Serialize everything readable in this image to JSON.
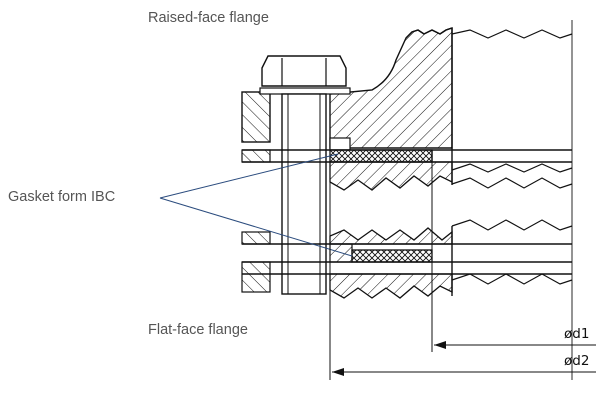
{
  "labels": {
    "raised_face": "Raised-face flange",
    "gasket": "Gasket form IBC",
    "flat_face": "Flat-face flange",
    "d1": "ød1",
    "d2": "ød2"
  },
  "colors": {
    "line": "#111111",
    "leader": "#2b4c7e",
    "label_text": "#555555",
    "background": "#ffffff"
  }
}
